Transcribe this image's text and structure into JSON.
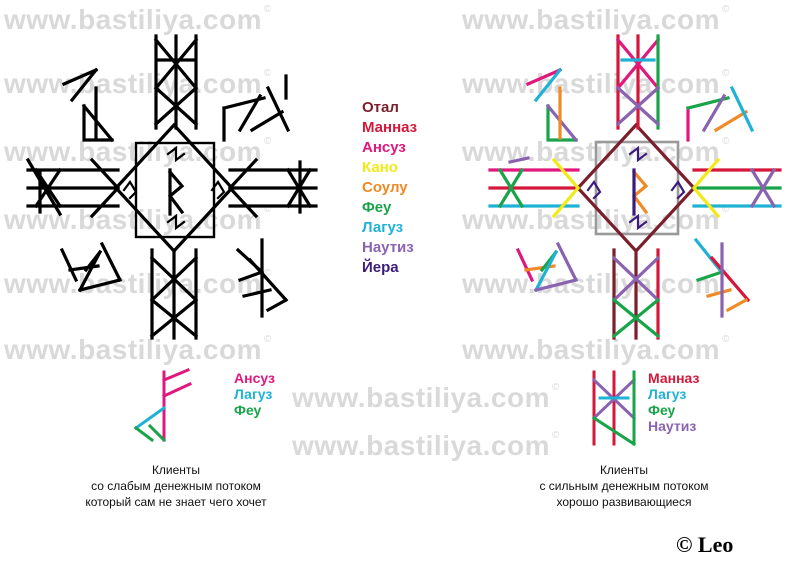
{
  "watermark": {
    "text": "www.bastiliya.com",
    "mark": "©"
  },
  "colors": {
    "otal": "#7a1f2b",
    "mannaz": "#d4173a",
    "ansuz": "#e0177d",
    "kano": "#f2ea16",
    "soulu": "#f08a24",
    "feu": "#1aa44a",
    "laguz": "#1fb2d4",
    "nautiz": "#8a63b0",
    "yera": "#3b1c7c",
    "frame": "#9a9a9a",
    "black": "#000000"
  },
  "main_legend": [
    {
      "label": "Отал",
      "color": "#7a1f2b"
    },
    {
      "label": "Манназ",
      "color": "#d4173a"
    },
    {
      "label": "Ансуз",
      "color": "#e0177d"
    },
    {
      "label": "Кано",
      "color": "#f2ea16"
    },
    {
      "label": "Соулу",
      "color": "#f08a24"
    },
    {
      "label": "Феу",
      "color": "#1aa44a"
    },
    {
      "label": "Лагуз",
      "color": "#1fb2d4"
    },
    {
      "label": "Наутиз",
      "color": "#8a63b0"
    },
    {
      "label": "Йера",
      "color": "#3b1c7c"
    }
  ],
  "left_small_legend": [
    {
      "label": "Ансуз",
      "color": "#e0177d"
    },
    {
      "label": "Лагуз",
      "color": "#1fb2d4"
    },
    {
      "label": "Феу",
      "color": "#1aa44a"
    }
  ],
  "right_small_legend": [
    {
      "label": "Манназ",
      "color": "#d4173a"
    },
    {
      "label": "Лагуз",
      "color": "#1fb2d4"
    },
    {
      "label": "Феу",
      "color": "#1aa44a"
    },
    {
      "label": "Наутиз",
      "color": "#8a63b0"
    }
  ],
  "left_caption": [
    "Клиенты",
    "со слабым денежным потоком",
    "который сам не знает чего хочет"
  ],
  "right_caption": [
    "Клиенты",
    "с сильным денежным потоком",
    "хорошо развивающиеся"
  ],
  "copyright": "© Leo"
}
